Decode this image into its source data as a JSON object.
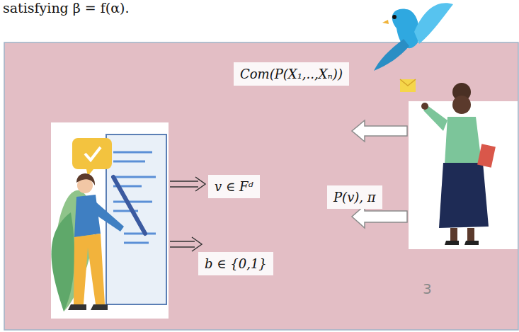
{
  "diagram": {
    "labels": [
      "satisfying β = f(α).",
      "Com(P(X₁,..,Xₙ))",
      "v ∈ Fᵈ",
      "P(v), π",
      "b ∈ {0,1}",
      "3"
    ]
  }
}
